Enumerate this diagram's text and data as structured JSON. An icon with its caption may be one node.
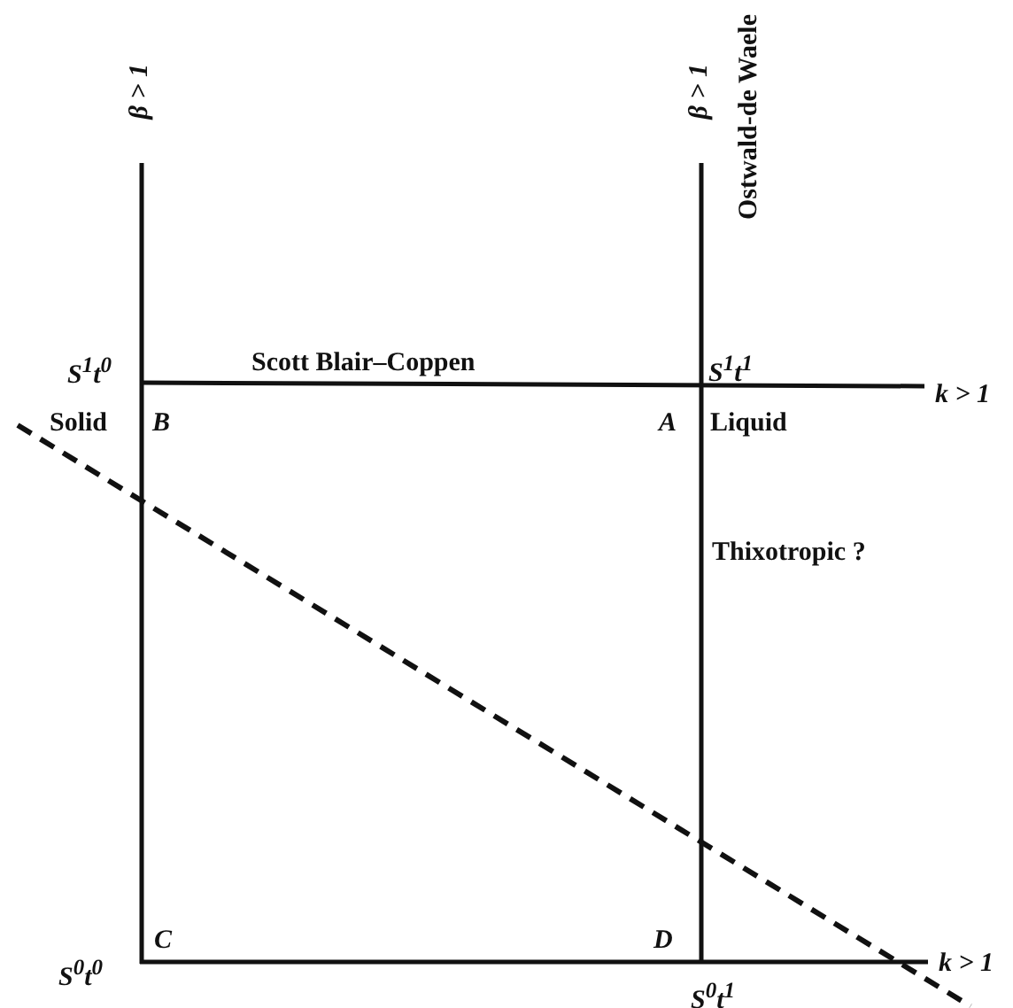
{
  "diagram": {
    "labels": [
      "β > 1",
      "β > 1",
      "Ostwald-de Waele",
      "S$^{1}$t$^{0}$",
      "Scott Blair–Coppen",
      "S$^{1}$t$^{1}$",
      "k > 1",
      "Solid",
      "B",
      "A",
      "Liquid",
      "Thixotropic ?",
      "C",
      "D",
      "S$^{0}$t$^{0}$",
      "k > 1",
      "S$^{0}$t$^{1}$"
    ]
  }
}
